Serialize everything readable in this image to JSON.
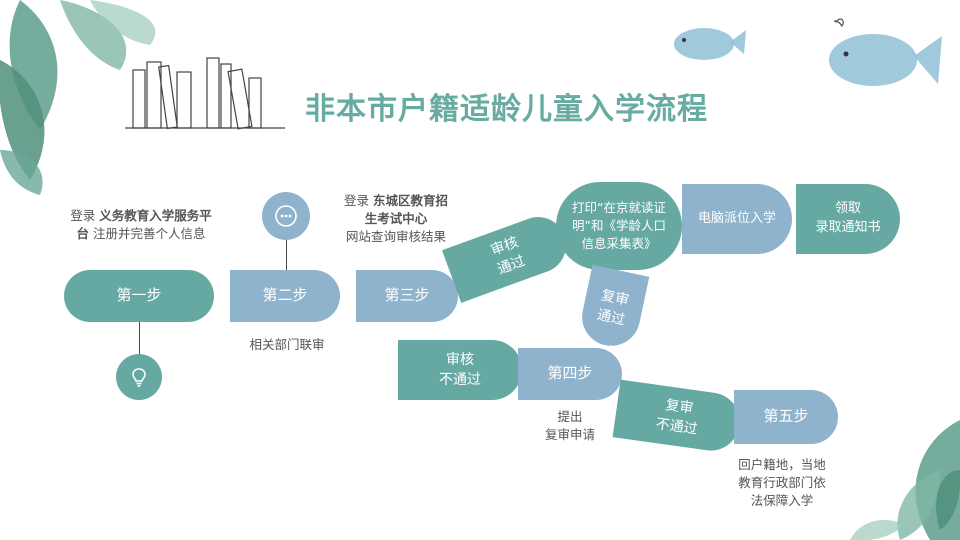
{
  "title": "非本市户籍适龄儿童入学流程",
  "steps": {
    "s1": "第一步",
    "s2": "第二步",
    "s3": "第三步",
    "s4": "第四步",
    "s5": "第五步"
  },
  "notes": {
    "n1_prefix": "登录 ",
    "n1_bold": "义务教育入学服务平台",
    "n1_suffix": " 注册并完善个人信息",
    "n2": "相关部门联审",
    "n3_prefix": "登录 ",
    "n3_bold": "东城区教育招生考试中心",
    "n3_suffix": "网站查询审核结果",
    "n4_line1": "提出",
    "n4_line2": "复审申请",
    "n5_line1": "回户籍地，当地",
    "n5_line2": "教育行政部门依",
    "n5_line3": "法保障入学"
  },
  "flow": {
    "pass1": "审核\n通过",
    "fail1": "审核\n不通过",
    "pass2": "复审\n通过",
    "fail2": "复审\n不通过",
    "print": "打印“在京就读证明”和《学龄人口信息采集表》",
    "assign": "电脑派位入学",
    "receive": "领取\n录取通知书"
  },
  "colors": {
    "teal": "#66a9a2",
    "blue": "#8fb3cd",
    "title": "#67aba1"
  }
}
